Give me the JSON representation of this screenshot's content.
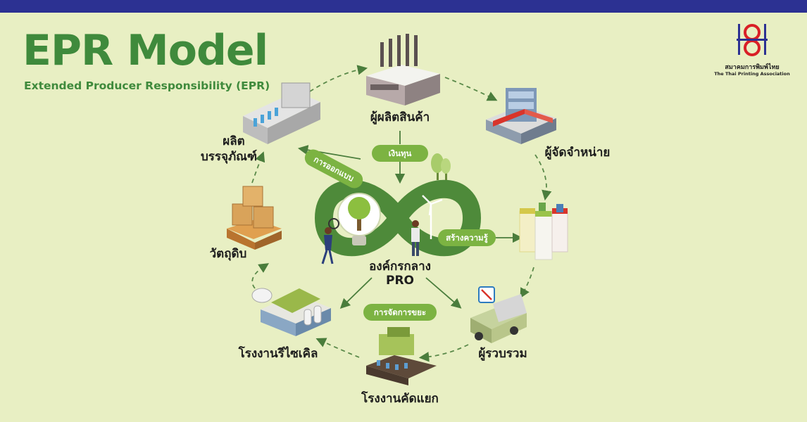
{
  "header": {
    "title": "EPR Model",
    "subtitle": "Extended Producer Responsibility (EPR)"
  },
  "logo": {
    "name_th": "สมาคมการพิมพ์ไทย",
    "name_en": "The Thai Printing Association"
  },
  "nodes": {
    "producer": "ผู้ผลิตสินค้า",
    "distributor": "ผู้จัดจำหน่าย",
    "packaging_line1": "ผลิต",
    "packaging_line2": "บรรจุภัณฑ์",
    "raw_material": "วัตถุดิบ",
    "recycling_plant": "โรงงานรีไซเคิล",
    "sorting_plant": "โรงงานคัดแยก",
    "collector": "ผู้รวบรวม",
    "pro_line1": "องค์กรกลาง",
    "pro_line2": "PRO"
  },
  "pills": {
    "funding": "เงินทุน",
    "design": "การออกแบบ",
    "awareness": "สร้างความรู้",
    "waste_management": "การจัดการขยะ"
  },
  "colors": {
    "background": "#e8efc3",
    "top_bar": "#2c3192",
    "brand_green": "#3f8a3c",
    "loop_green": "#4e8a3a",
    "pill_green": "#7cb342",
    "logo_red": "#d92027",
    "logo_blue": "#2c3192"
  }
}
